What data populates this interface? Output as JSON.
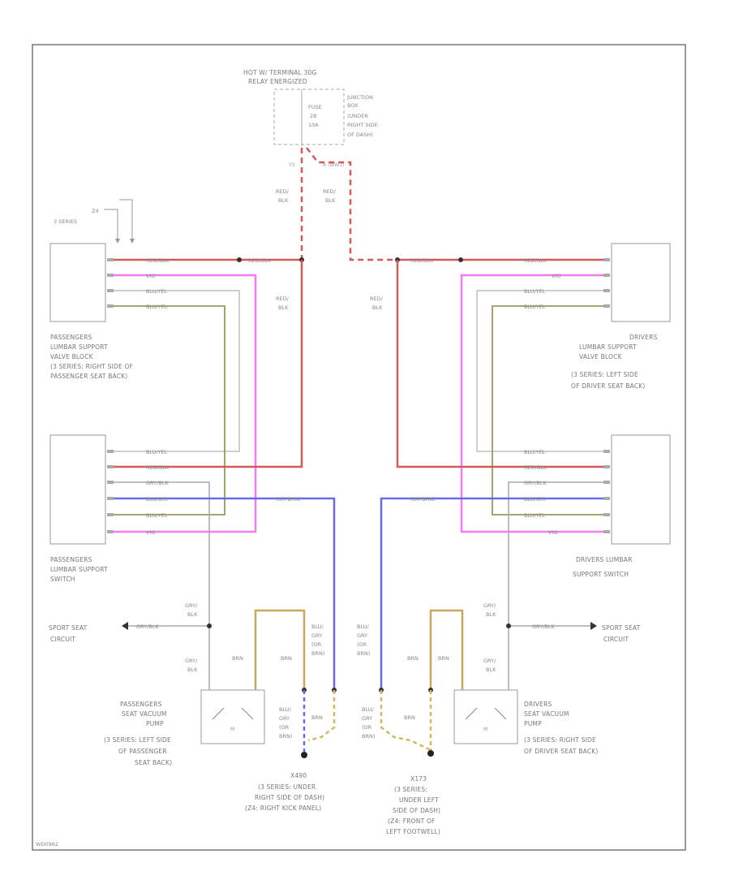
{
  "colors": {
    "red": "#d45a5a",
    "magenta": "#f07ef0",
    "blue": "#6a6ae8",
    "olive": "#9a9a5a",
    "white_wire": "#c8c8c8",
    "brown": "#c8a860",
    "yellow_dash": "#d4b860",
    "gray": "#a8a8a8",
    "border": "#777777"
  },
  "power": {
    "header_line1": "HOT W/ TERMINAL 30G",
    "header_line2": "RELAY ENERGIZED",
    "fuse_line1": "FUSE",
    "fuse_line2": "28",
    "fuse_line3": "10A",
    "junction_box": [
      "JUNCTION",
      "BOX",
      "(UNDER",
      "RIGHT SIDE",
      "OF DASH)"
    ],
    "pin_left": "Y3",
    "pin_right": "A (WW1)"
  },
  "series_label": {
    "line1": "Z4",
    "line2": "3 SERIES"
  },
  "wire_labels": {
    "red_blk": "RED/BLK",
    "red_blk_stack": [
      "RED/",
      "BLK"
    ],
    "vio": "VIO",
    "blu_yel": "BLU/YEL",
    "grn_yel": "BLU/YEL",
    "gry_blk": "GRY/BLK",
    "blu_gry": "BLU/GRY",
    "gry_stack": [
      "GRY/",
      "BLK"
    ],
    "blu_stack": [
      "BLU/",
      "GRY",
      "(OR",
      "BRN)"
    ],
    "brn": "BRN",
    "blu_or_brn": "(OR BRN)"
  },
  "passenger_valve": [
    "PASSENGERS",
    "LUMBAR SUPPORT",
    "VALVE BLOCK",
    "(3 SERIES: RIGHT SIDE OF",
    "PASSENGER SEAT BACK)"
  ],
  "driver_valve": [
    "DRIVERS",
    "LUMBAR SUPPORT",
    "VALVE BLOCK",
    "(3 SERIES: LEFT SIDE",
    "OF DRIVER SEAT BACK)"
  ],
  "passenger_switch": [
    "PASSENGERS",
    "LUMBAR SUPPORT",
    "SWITCH"
  ],
  "driver_switch": [
    "DRIVERS LUMBAR",
    "SUPPORT SWITCH"
  ],
  "sport_seat_left": [
    "SPORT SEAT",
    "CIRCUIT"
  ],
  "sport_seat_right": [
    "SPORT SEAT",
    "CIRCUIT"
  ],
  "passenger_pump": [
    "PASSENGERS",
    "SEAT VACUUM",
    "PUMP",
    "(3 SERIES: LEFT SIDE",
    "OF PASSENGER",
    "SEAT BACK)"
  ],
  "driver_pump": [
    "DRIVERS",
    "SEAT VACUUM",
    "PUMP",
    "(3 SERIES: RIGHT SIDE",
    "OF DRIVER SEAT BACK)"
  ],
  "ground_left": [
    "X490",
    "(3 SERIES: UNDER",
    "RIGHT SIDE OF DASH)",
    "(Z4: RIGHT KICK PANEL)"
  ],
  "ground_right": [
    "X173",
    "(3 SERIES:",
    "UNDER LEFT",
    "SIDE OF DASH)",
    "(Z4: FRONT OF",
    "LEFT FOOTWELL)"
  ],
  "footer_code": "WD0962"
}
